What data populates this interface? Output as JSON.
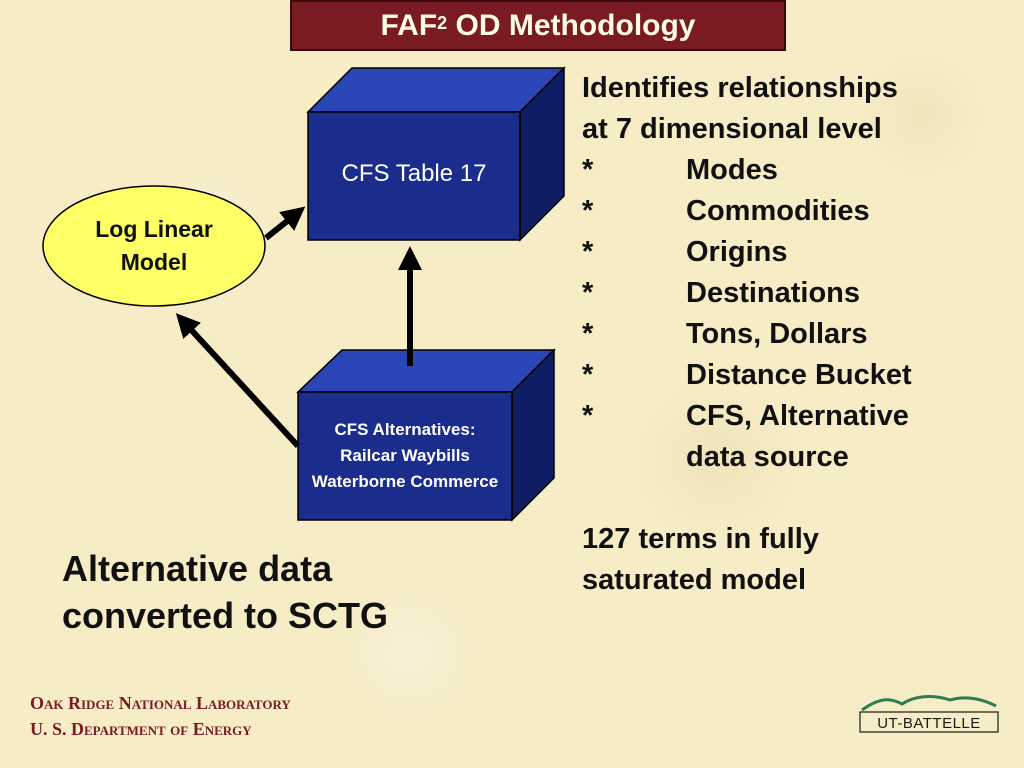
{
  "header": {
    "title_prefix": "FAF",
    "title_sup": "2",
    "title_suffix": " OD Methodology"
  },
  "diagram": {
    "cfs_table_label": "CFS Table 17",
    "log_linear": {
      "line1": "Log Linear",
      "line2": "Model"
    },
    "cfs_alternatives": {
      "line1": "CFS Alternatives:",
      "line2": "Railcar Waybills",
      "line3": "Waterborne Commerce"
    }
  },
  "right_panel": {
    "intro_line1": "Identifies relationships",
    "intro_line2": "at 7 dimensional level",
    "bullet_marker": "*",
    "bullets": [
      "Modes",
      "Commodities",
      "Origins",
      "Destinations",
      "Tons, Dollars",
      "Distance Bucket",
      "CFS, Alternative"
    ],
    "bullet_continuation": "data source",
    "terms_line1": "127 terms in fully",
    "terms_line2": "saturated model"
  },
  "note": {
    "line1": "Alternative data",
    "line2": "converted to SCTG"
  },
  "footer": {
    "org_line1": "Oak Ridge National Laboratory",
    "org_line2": "U. S. Department of Energy",
    "logo_text": "UT-BATTELLE"
  },
  "colors": {
    "title_bg": "#7a1a22",
    "box_front": "#1a2d8c",
    "box_top": "#2a45b5",
    "box_side": "#0f1d66",
    "ellipse_fill": "#ffff66",
    "logo_green": "#2e7d4f"
  }
}
